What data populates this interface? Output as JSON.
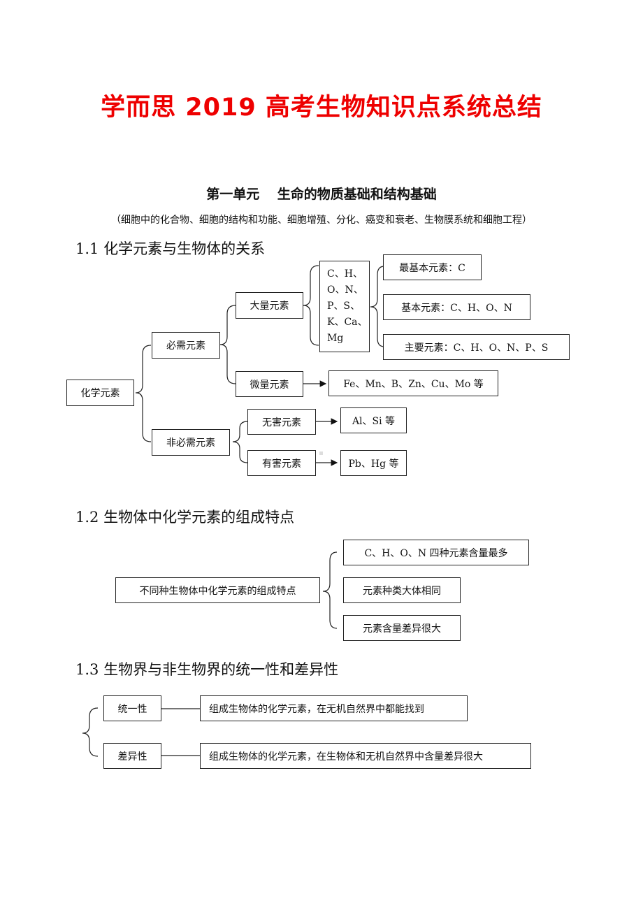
{
  "doc": {
    "title": "学而思 2019 高考生物知识点系统总结",
    "unit_title": "第一单元　 生命的物质基础和结构基础",
    "unit_subtitle": "（细胞中的化合物、细胞的结构和功能、细胞增殖、分化、癌变和衰老、生物膜系统和细胞工程）"
  },
  "s1": {
    "heading": "1.1 化学元素与生物体的关系",
    "root": "化学元素",
    "essential": "必需元素",
    "nonessential": "非必需元素",
    "macro": "大量元素",
    "macro_list": [
      "C、H、",
      "O、N、",
      "P、S、",
      "K、Ca、",
      "Mg"
    ],
    "most_basic": "最基本元素：C",
    "basic": "基本元素：C、H、O、N",
    "main": "主要元素：C、H、O、N、P、S",
    "micro": "微量元素",
    "micro_list": "Fe、Mn、B、Zn、Cu、Mo 等",
    "harmless": "无害元素",
    "harmless_list": "Al、Si 等",
    "harmful": "有害元素",
    "harmful_list": "Pb、Hg 等"
  },
  "s2": {
    "heading": "1.2 生物体中化学元素的组成特点",
    "root": "不同种生物体中化学元素的组成特点",
    "items": [
      "C、H、O、N 四种元素含量最多",
      "元素种类大体相同",
      "元素含量差异很大"
    ]
  },
  "s3": {
    "heading": "1.3 生物界与非生物界的统一性和差异性",
    "unity": "统一性",
    "unity_desc": "组成生物体的化学元素，在无机自然界中都能找到",
    "diff": "差异性",
    "diff_desc": "组成生物体的化学元素，在生物体和无机自然界中含量差异很大"
  }
}
